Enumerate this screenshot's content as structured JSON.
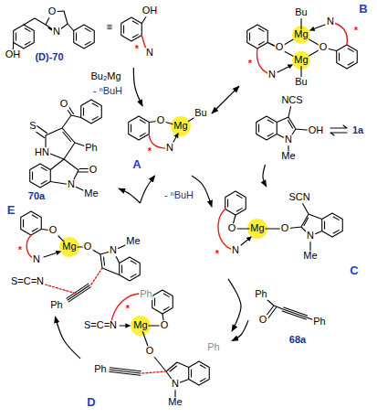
{
  "diagram": {
    "nodes": [
      {
        "text": [
          "O",
          "N",
          "OH",
          "(D)-70",
          "≡",
          "OH",
          "N",
          "*"
        ]
      },
      {
        "text": [
          "Bu",
          "Mg",
          "O",
          "O",
          "Mg",
          "Bu",
          "N",
          "N",
          "*",
          "*",
          "B"
        ]
      },
      {
        "text": [
          "O",
          "Mg",
          "Bu",
          "N",
          "*",
          "A"
        ]
      },
      {
        "text": [
          "NCS",
          "OH",
          "N",
          "Me",
          "1a"
        ]
      },
      {
        "text": [
          "O",
          "S",
          "HN",
          "Ph",
          "O",
          "N",
          "Me",
          "70a"
        ]
      },
      {
        "text": [
          "O",
          "Mg",
          "N",
          "*",
          "O",
          "N",
          "Me",
          "S=C=N",
          "Ph",
          "Ph",
          "E"
        ]
      },
      {
        "text": [
          "O",
          "Mg",
          "O",
          "N",
          "*",
          "N",
          "Me",
          "SCN",
          "C"
        ]
      },
      {
        "text": [
          "Ph",
          "O",
          "Ph",
          "68a"
        ]
      },
      {
        "text": [
          "S=C=N",
          "Mg",
          "O",
          "*",
          "O",
          "Ph",
          "Ph",
          "N",
          "Me",
          "D"
        ]
      }
    ],
    "edges": [
      {
        "from": 0,
        "to": 2,
        "arrow": "to",
        "label": "Bu₂Mg"
      },
      {
        "from": 2,
        "to": 1,
        "arrow": "both"
      },
      {
        "from": 2,
        "to": 6,
        "arrow": "to"
      },
      {
        "from": 3,
        "to": 6,
        "arrow": "to"
      },
      {
        "from": 6,
        "to": 8,
        "arrow": "to"
      },
      {
        "from": 7,
        "to": 8,
        "arrow": "to"
      },
      {
        "from": 8,
        "to": 5,
        "arrow": "to"
      },
      {
        "from": 5,
        "to": 2,
        "arrow": "to"
      },
      {
        "from": 5,
        "to": 4,
        "arrow": "to"
      }
    ],
    "labels": [
      "- ⁿBuH",
      "- ⁿBuH"
    ]
  }
}
